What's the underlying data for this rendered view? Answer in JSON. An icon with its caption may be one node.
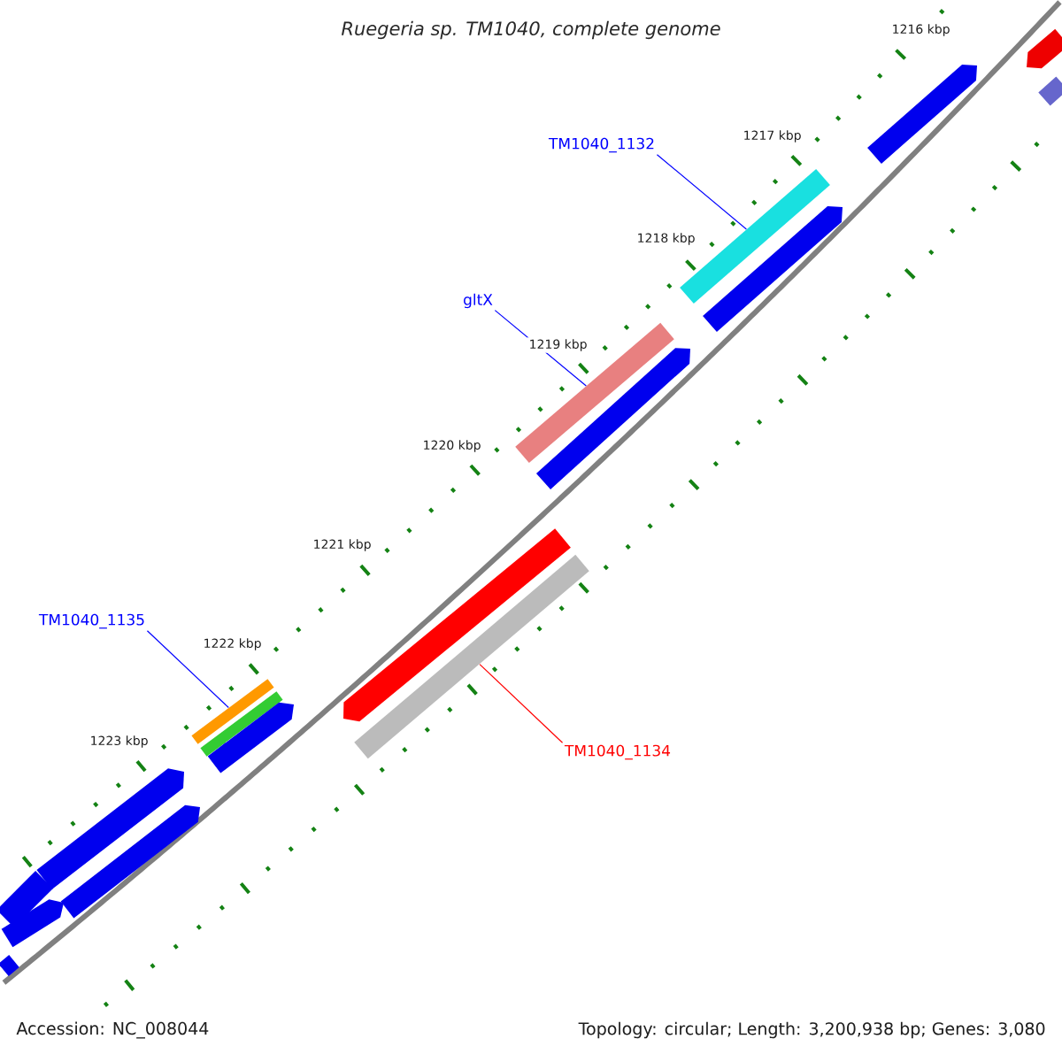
{
  "diagram": {
    "title": "Ruegeria sp. TM1040, complete genome",
    "nodes": [
      {
        "text": [
          "TM1040_1132"
        ]
      },
      {
        "text": [],
        "shape": "bar"
      },
      {
        "text": [
          "gltX"
        ]
      },
      {
        "text": [],
        "shape": "bar"
      },
      {
        "text": [
          "TM1040_1135"
        ]
      },
      {
        "text": [],
        "shape": "bar"
      },
      {
        "text": [
          "TM1040_1134"
        ]
      },
      {
        "text": [],
        "shape": "bar"
      },
      {
        "text": [],
        "shape": "arrow"
      },
      {
        "text": [],
        "shape": "arrow"
      },
      {
        "text": [],
        "shape": "bar"
      },
      {
        "text": [],
        "shape": "arrow"
      },
      {
        "text": [],
        "shape": "arrow"
      },
      {
        "text": [],
        "shape": "arrow"
      },
      {
        "text": [],
        "shape": "bar"
      },
      {
        "text": [],
        "shape": "arrow"
      },
      {
        "text": [],
        "shape": "arrow"
      },
      {
        "text": [],
        "shape": "bar"
      },
      {
        "text": [],
        "shape": "arrow"
      },
      {
        "text": [],
        "shape": "arrow"
      },
      {
        "text": [],
        "shape": "bar"
      }
    ],
    "edges": [
      {
        "from": 0,
        "to": 1,
        "arrow": "none"
      },
      {
        "from": 2,
        "to": 3,
        "arrow": "none"
      },
      {
        "from": 4,
        "to": 5,
        "arrow": "none"
      },
      {
        "from": 6,
        "to": 7,
        "arrow": "none",
        "color": "#ff0000"
      }
    ],
    "labels": [
      "1216 kbp",
      "1217 kbp",
      "1218 kbp",
      "1219 kbp",
      "1220 kbp",
      "1221 kbp",
      "1222 kbp",
      "1223 kbp",
      "Accession: NC_008044",
      "Topology: circular; Length: 3,200,938 bp; Genes: 3,080"
    ]
  }
}
